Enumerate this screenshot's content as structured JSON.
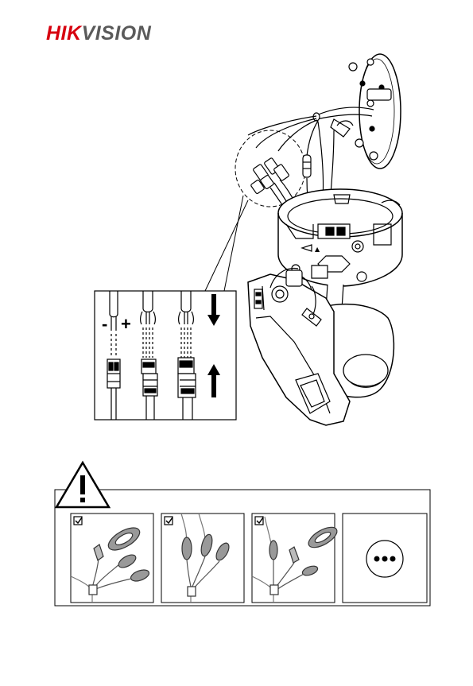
{
  "brand": {
    "logo_text_red": "HIK",
    "logo_text_gray": "VISION",
    "logo_red": "#d7000f",
    "logo_gray": "#5a5a5a"
  },
  "figure_top": {
    "detail_inset": {
      "polarity_minus": "-",
      "polarity_plus": "+",
      "arrow_down": "arrow-down-icon",
      "arrow_up": "arrow-up-icon"
    }
  },
  "figure_bottom": {
    "warning_icon": "warning-triangle-icon",
    "panels": [
      {
        "check": "checkbox-checked-icon",
        "content": "waterproof-cable-with-rj45-and-ring"
      },
      {
        "check": "checkbox-checked-icon",
        "content": "cable-bundle-with-caps"
      },
      {
        "check": "checkbox-checked-icon",
        "content": "waterproof-cable-with-rj45-and-ring"
      },
      {
        "check": "",
        "content": "more-icon"
      }
    ]
  }
}
